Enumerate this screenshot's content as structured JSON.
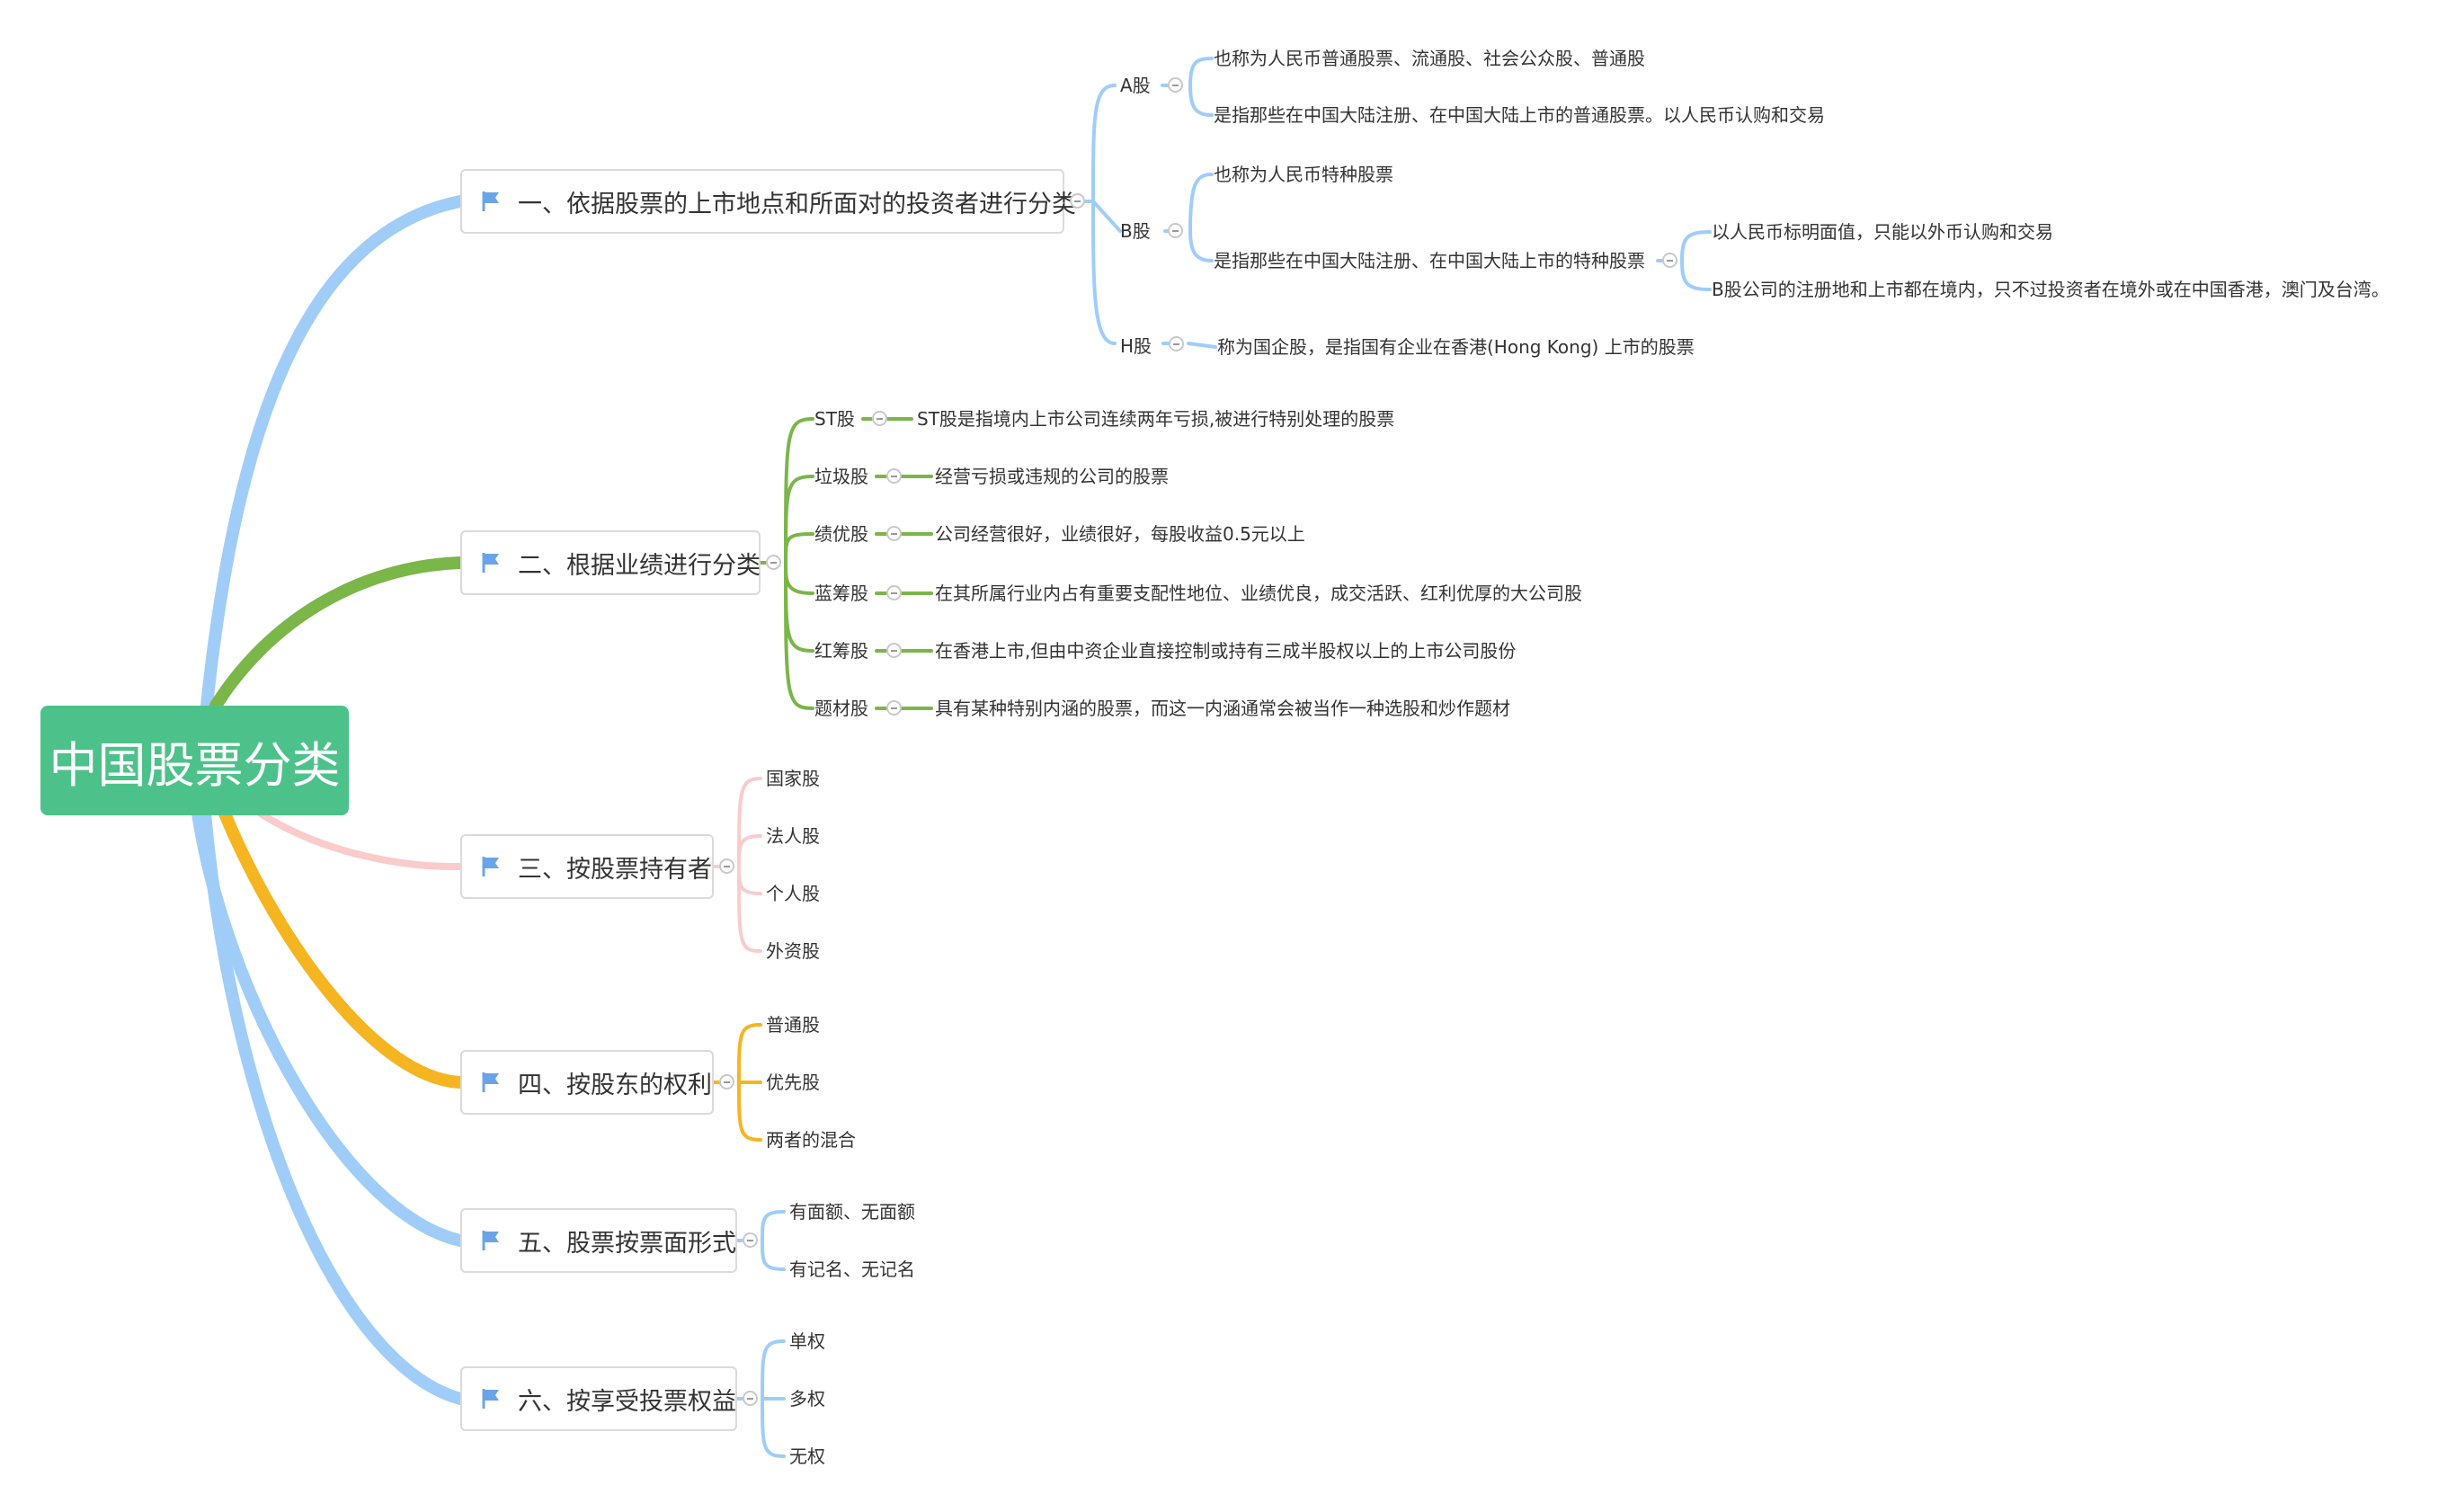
{
  "root": {
    "title": "中国股票分类"
  },
  "colors": {
    "root_bg": "#4cc28a",
    "blue": "#9fcdf7",
    "green": "#7ab648",
    "pink": "#f9cbcb",
    "orange": "#f5b521",
    "flag": "#6aa4e8"
  },
  "icons": {
    "topic_icon": "flag-icon",
    "collapse_icon": "collapse-minus-icon"
  },
  "topics": [
    {
      "label": "一、依据股票的上市地点和所面对的投资者进行分类"
    },
    {
      "label": "二、根据业绩进行分类"
    },
    {
      "label": "三、按股票持有者"
    },
    {
      "label": "四、按股东的权利"
    },
    {
      "label": "五、股票按票面形式"
    },
    {
      "label": "六、按享受投票权益"
    }
  ],
  "t1": {
    "a": {
      "label": "A股",
      "desc1": "也称为人民币普通股票、流通股、社会公众股、普通股",
      "desc2": "是指那些在中国大陆注册、在中国大陆上市的普通股票。以人民币认购和交易"
    },
    "b": {
      "label": "B股",
      "desc1": "也称为人民币特种股票",
      "desc2": "是指那些在中国大陆注册、在中国大陆上市的特种股票",
      "desc2_sub1": "以人民币标明面值，只能以外币认购和交易",
      "desc2_sub2": "B股公司的注册地和上市都在境内，只不过投资者在境外或在中国香港，澳门及台湾。"
    },
    "h": {
      "label": "H股",
      "desc": "称为国企股，是指国有企业在香港(Hong Kong) 上市的股票"
    }
  },
  "t2": {
    "items": [
      {
        "label": "ST股",
        "desc": "ST股是指境内上市公司连续两年亏损,被进行特别处理的股票"
      },
      {
        "label": "垃圾股",
        "desc": "经营亏损或违规的公司的股票"
      },
      {
        "label": "绩优股",
        "desc": "公司经营很好，业绩很好，每股收益0.5元以上"
      },
      {
        "label": "蓝筹股",
        "desc": "在其所属行业内占有重要支配性地位、业绩优良，成交活跃、红利优厚的大公司股"
      },
      {
        "label": "红筹股",
        "desc": "在香港上市,但由中资企业直接控制或持有三成半股权以上的上市公司股份"
      },
      {
        "label": "题材股",
        "desc": "具有某种特别内涵的股票，而这一内涵通常会被当作一种选股和炒作题材"
      }
    ]
  },
  "t3": {
    "items": [
      "国家股",
      "法人股",
      "个人股",
      "外资股"
    ]
  },
  "t4": {
    "items": [
      "普通股",
      "优先股",
      "两者的混合"
    ]
  },
  "t5": {
    "items": [
      "有面额、无面额",
      "有记名、无记名"
    ]
  },
  "t6": {
    "items": [
      "单权",
      "多权",
      "无权"
    ]
  }
}
